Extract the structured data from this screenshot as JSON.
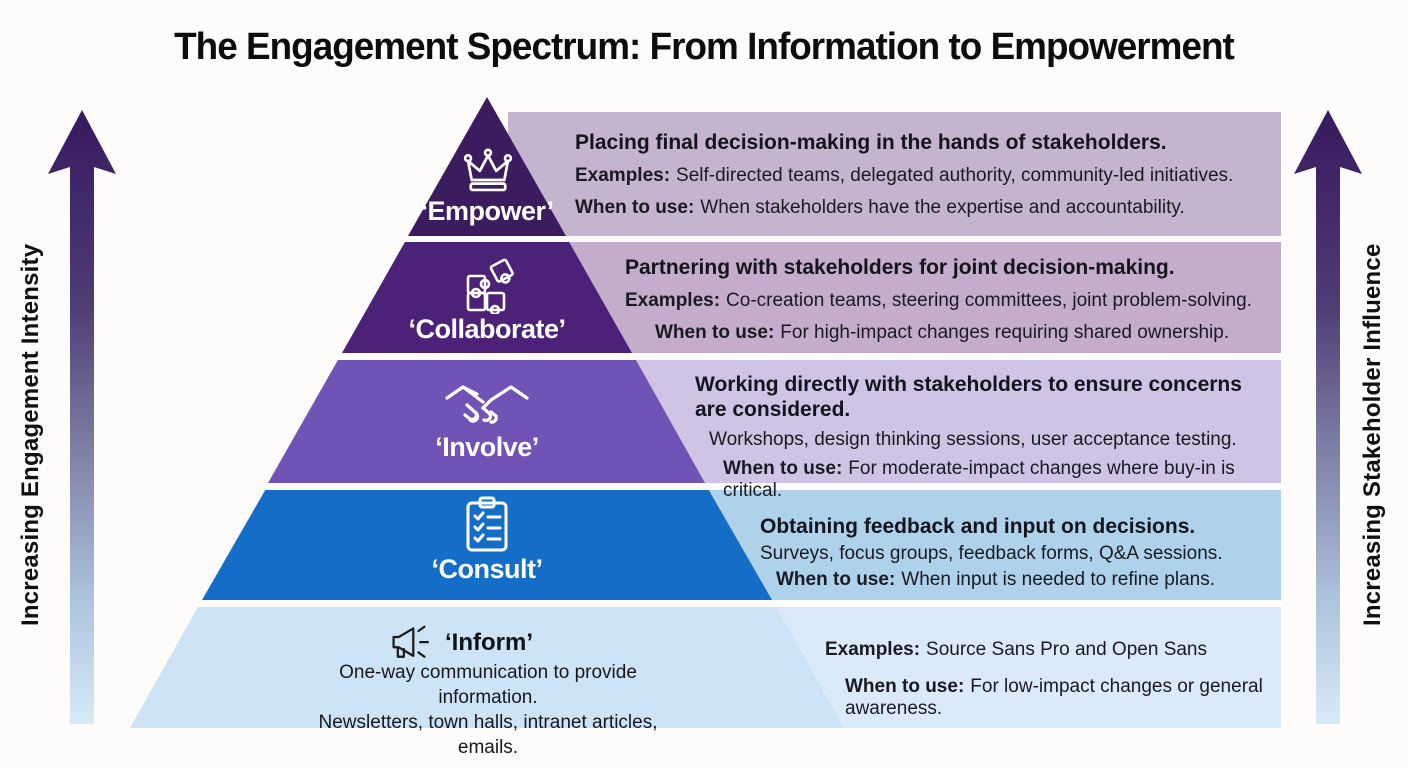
{
  "title": "The Engagement Spectrum: From Information to Empowerment",
  "axes": {
    "left_label": "Increasing Engagement Intensity",
    "right_label": "Increasing Stakeholder Influence"
  },
  "colors": {
    "empower_band": "#3a1c5f",
    "empower_panel": "#c4b4cd",
    "collaborate_band": "#4b2277",
    "collaborate_panel": "#c3adca",
    "involve_band": "#7152b5",
    "involve_panel": "#cfc4e4",
    "consult_band": "#146dc6",
    "consult_panel": "#aed2ea",
    "inform_band": "#cde4f6",
    "inform_panel": "#daeaf8",
    "arrow_gradient_top": "#37195e",
    "arrow_gradient_bottom": "#d7eaf7"
  },
  "levels": [
    {
      "label": "‘Empower’",
      "icon": "crown-icon",
      "description": "Placing final decision-making in the hands of stakeholders.",
      "examples_label": "Examples:",
      "examples": "Self-directed teams, delegated authority, community-led initiatives.",
      "when_label": "When to use:",
      "when": "When stakeholders have the expertise and accountability."
    },
    {
      "label": "‘Collaborate’",
      "icon": "puzzle-icon",
      "description": "Partnering with stakeholders for joint decision-making.",
      "examples_label": "Examples:",
      "examples": "Co-creation teams, steering committees, joint problem-solving.",
      "when_label": "When to use:",
      "when": "For high-impact changes requiring shared ownership."
    },
    {
      "label": "‘Involve’",
      "icon": "handshake-icon",
      "description": "Working directly with stakeholders to ensure concerns are considered.",
      "examples_label": "",
      "examples": "Workshops, design thinking sessions, user acceptance testing.",
      "when_label": "When to use:",
      "when": "For moderate-impact changes where buy-in is critical."
    },
    {
      "label": "‘Consult’",
      "icon": "clipboard-icon",
      "description": "Obtaining feedback and input on decisions.",
      "examples_label": "",
      "examples": "Surveys, focus groups, feedback forms, Q&A sessions.",
      "when_label": "When to use:",
      "when": "When input is needed to refine plans."
    },
    {
      "label": "‘Inform’",
      "icon": "megaphone-icon",
      "description": "One-way communication to provide information.",
      "description2": "Newsletters, town halls, intranet articles, emails.",
      "examples_label": "Examples:",
      "examples": "Source Sans Pro and Open Sans",
      "when_label": "When to use:",
      "when": "For low-impact changes or general awareness."
    }
  ]
}
